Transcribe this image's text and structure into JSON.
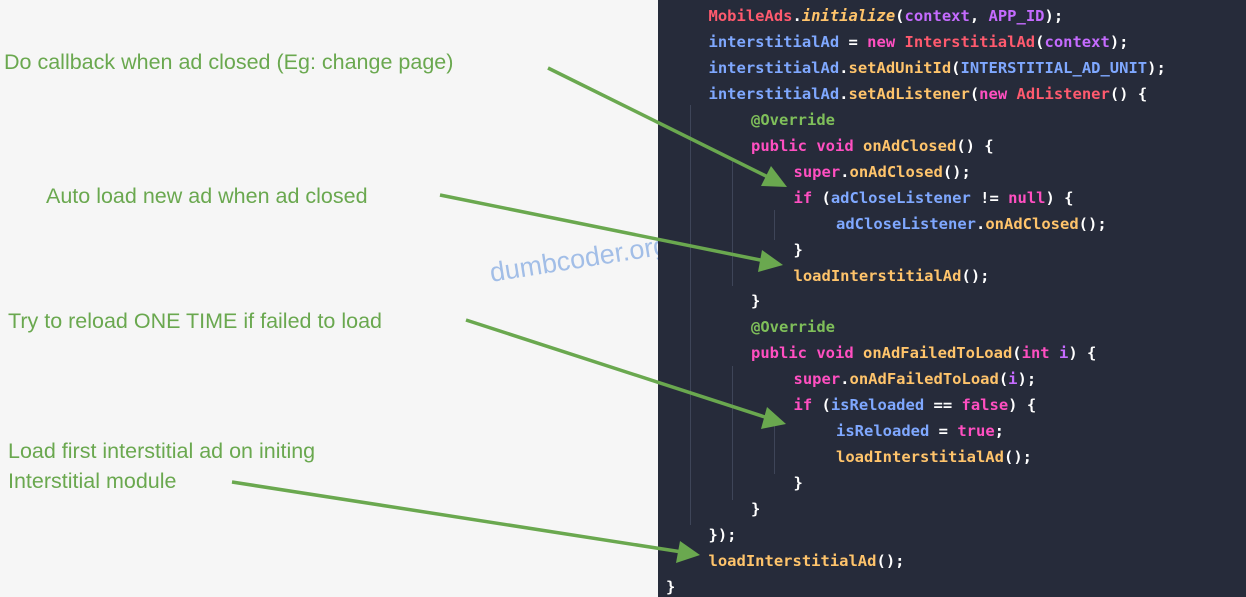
{
  "annotations": [
    {
      "id": "callback",
      "lines": [
        "Do callback when ad closed (Eg: change page)"
      ]
    },
    {
      "id": "autoload",
      "lines": [
        "Auto load new ad when ad closed"
      ]
    },
    {
      "id": "reload",
      "lines": [
        "Try to reload ONE TIME if failed to load"
      ]
    },
    {
      "id": "firstload",
      "lines": [
        "Load first interstitial ad on initing",
        "Interstitial module"
      ]
    }
  ],
  "watermark": "dumbcoder.org",
  "colors": {
    "annotation": "#6aa84f",
    "arrow": "#6aa84f",
    "code_background": "#262b3a",
    "page_background": "#f6f6f6",
    "watermark": "#9ab8e6",
    "token_plain": "#ffffff",
    "token_keyword": "#ff4fc1",
    "token_class": "#ff5a6e",
    "token_method": "#ffc46b",
    "token_field": "#7fa8ff",
    "token_param": "#c56bff",
    "token_annotation": "#7fbf5a"
  },
  "code": [
    {
      "indent": 1,
      "tokens": [
        {
          "t": "MobileAds",
          "c": "class"
        },
        {
          "t": ".",
          "c": "plain"
        },
        {
          "t": "initialize",
          "c": "method"
        },
        {
          "t": "(",
          "c": "plain"
        },
        {
          "t": "context",
          "c": "param"
        },
        {
          "t": ", ",
          "c": "plain"
        },
        {
          "t": "APP_ID",
          "c": "param"
        },
        {
          "t": ");",
          "c": "plain"
        }
      ]
    },
    {
      "indent": 1,
      "tokens": [
        {
          "t": "interstitialAd",
          "c": "field"
        },
        {
          "t": " = ",
          "c": "plain"
        },
        {
          "t": "new ",
          "c": "keyword"
        },
        {
          "t": "InterstitialAd",
          "c": "class"
        },
        {
          "t": "(",
          "c": "plain"
        },
        {
          "t": "context",
          "c": "param"
        },
        {
          "t": ");",
          "c": "plain"
        }
      ]
    },
    {
      "indent": 1,
      "tokens": [
        {
          "t": "interstitialAd",
          "c": "field"
        },
        {
          "t": ".",
          "c": "plain"
        },
        {
          "t": "setAdUnitId",
          "c": "method"
        },
        {
          "t": "(",
          "c": "plain"
        },
        {
          "t": "INTERSTITIAL_AD_UNIT",
          "c": "field"
        },
        {
          "t": ");",
          "c": "plain"
        }
      ]
    },
    {
      "indent": 1,
      "tokens": [
        {
          "t": "interstitialAd",
          "c": "field"
        },
        {
          "t": ".",
          "c": "plain"
        },
        {
          "t": "setAdListener",
          "c": "method"
        },
        {
          "t": "(",
          "c": "plain"
        },
        {
          "t": "new ",
          "c": "keyword"
        },
        {
          "t": "AdListener",
          "c": "class"
        },
        {
          "t": "() {",
          "c": "plain"
        }
      ]
    },
    {
      "indent": 2,
      "tokens": [
        {
          "t": "@Override",
          "c": "annotation"
        }
      ]
    },
    {
      "indent": 2,
      "tokens": [
        {
          "t": "public void ",
          "c": "keyword"
        },
        {
          "t": "onAdClosed",
          "c": "method"
        },
        {
          "t": "() {",
          "c": "plain"
        }
      ]
    },
    {
      "indent": 3,
      "tokens": [
        {
          "t": "super",
          "c": "keyword"
        },
        {
          "t": ".",
          "c": "plain"
        },
        {
          "t": "onAdClosed",
          "c": "method"
        },
        {
          "t": "();",
          "c": "plain"
        }
      ]
    },
    {
      "indent": 3,
      "tokens": [
        {
          "t": "if ",
          "c": "keyword"
        },
        {
          "t": "(",
          "c": "plain"
        },
        {
          "t": "adCloseListener",
          "c": "field"
        },
        {
          "t": " != ",
          "c": "plain"
        },
        {
          "t": "null",
          "c": "keyword"
        },
        {
          "t": ") {",
          "c": "plain"
        }
      ]
    },
    {
      "indent": 4,
      "tokens": [
        {
          "t": "adCloseListener",
          "c": "field"
        },
        {
          "t": ".",
          "c": "plain"
        },
        {
          "t": "onAdClosed",
          "c": "method"
        },
        {
          "t": "();",
          "c": "plain"
        }
      ]
    },
    {
      "indent": 3,
      "tokens": [
        {
          "t": "}",
          "c": "plain"
        }
      ]
    },
    {
      "indent": 3,
      "tokens": [
        {
          "t": "loadInterstitialAd",
          "c": "method"
        },
        {
          "t": "();",
          "c": "plain"
        }
      ]
    },
    {
      "indent": 2,
      "tokens": [
        {
          "t": "}",
          "c": "plain"
        }
      ]
    },
    {
      "indent": 2,
      "tokens": [
        {
          "t": "@Override",
          "c": "annotation"
        }
      ]
    },
    {
      "indent": 2,
      "tokens": [
        {
          "t": "public void ",
          "c": "keyword"
        },
        {
          "t": "onAdFailedToLoad",
          "c": "method"
        },
        {
          "t": "(",
          "c": "plain"
        },
        {
          "t": "int ",
          "c": "keyword"
        },
        {
          "t": "i",
          "c": "param"
        },
        {
          "t": ") {",
          "c": "plain"
        }
      ]
    },
    {
      "indent": 3,
      "tokens": [
        {
          "t": "super",
          "c": "keyword"
        },
        {
          "t": ".",
          "c": "plain"
        },
        {
          "t": "onAdFailedToLoad",
          "c": "method"
        },
        {
          "t": "(",
          "c": "plain"
        },
        {
          "t": "i",
          "c": "param"
        },
        {
          "t": ");",
          "c": "plain"
        }
      ]
    },
    {
      "indent": 3,
      "tokens": [
        {
          "t": "if ",
          "c": "keyword"
        },
        {
          "t": "(",
          "c": "plain"
        },
        {
          "t": "isReloaded",
          "c": "field"
        },
        {
          "t": " == ",
          "c": "plain"
        },
        {
          "t": "false",
          "c": "keyword"
        },
        {
          "t": ") {",
          "c": "plain"
        }
      ]
    },
    {
      "indent": 4,
      "tokens": [
        {
          "t": "isReloaded",
          "c": "field"
        },
        {
          "t": " = ",
          "c": "plain"
        },
        {
          "t": "true",
          "c": "keyword"
        },
        {
          "t": ";",
          "c": "plain"
        }
      ]
    },
    {
      "indent": 4,
      "tokens": [
        {
          "t": "loadInterstitialAd",
          "c": "method"
        },
        {
          "t": "();",
          "c": "plain"
        }
      ]
    },
    {
      "indent": 3,
      "tokens": [
        {
          "t": "}",
          "c": "plain"
        }
      ]
    },
    {
      "indent": 2,
      "tokens": [
        {
          "t": "}",
          "c": "plain"
        }
      ]
    },
    {
      "indent": 1,
      "tokens": [
        {
          "t": "});",
          "c": "plain"
        }
      ]
    },
    {
      "indent": 1,
      "tokens": [
        {
          "t": "loadInterstitialAd",
          "c": "method"
        },
        {
          "t": "();",
          "c": "plain"
        }
      ]
    },
    {
      "indent": 0,
      "tokens": [
        {
          "t": "}",
          "c": "plain"
        }
      ]
    }
  ]
}
